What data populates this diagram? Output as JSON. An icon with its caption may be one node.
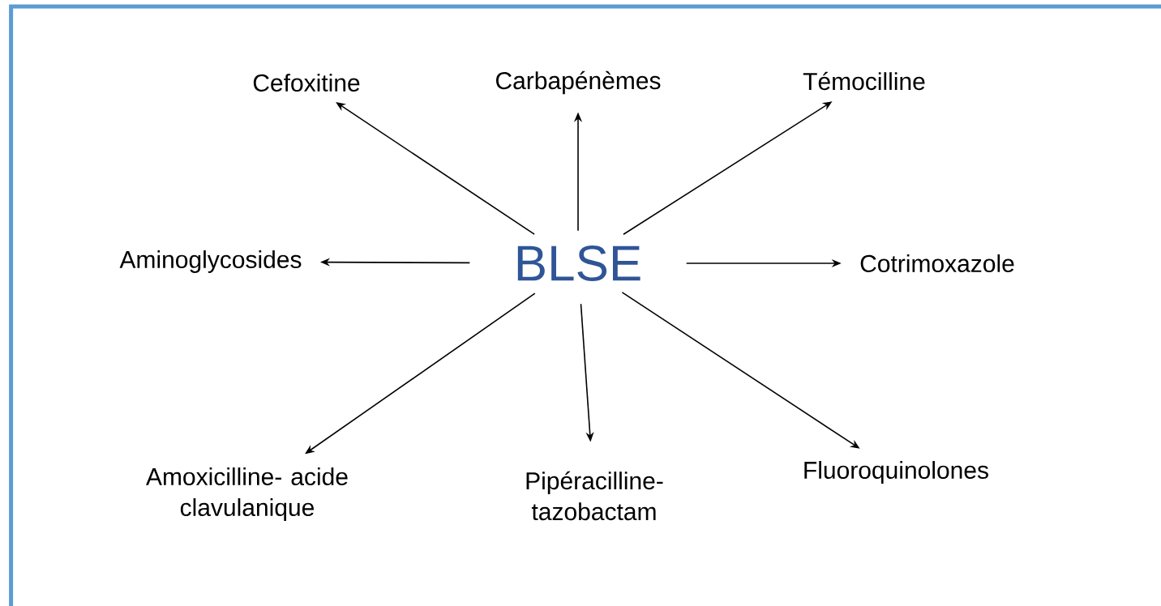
{
  "diagram": {
    "nodes": [
      {
        "text": [
          "BLSE"
        ]
      },
      {
        "text": [
          "Cefoxitine"
        ]
      },
      {
        "text": [
          "Carbapénèmes"
        ]
      },
      {
        "text": [
          "Témocilline"
        ]
      },
      {
        "text": [
          "Aminoglycosides"
        ]
      },
      {
        "text": [
          "Cotrimoxazole"
        ]
      },
      {
        "text": [
          "Amoxicilline- acide clavulanique"
        ]
      },
      {
        "text": [
          "Pipéracilline- tazobactam"
        ]
      },
      {
        "text": [
          "Fluoroquinolones"
        ]
      }
    ],
    "edges": [
      {
        "from": 0,
        "to": 1,
        "arrow": "to"
      },
      {
        "from": 0,
        "to": 2,
        "arrow": "to"
      },
      {
        "from": 0,
        "to": 3,
        "arrow": "to"
      },
      {
        "from": 0,
        "to": 4,
        "arrow": "to"
      },
      {
        "from": 0,
        "to": 5,
        "arrow": "to"
      },
      {
        "from": 0,
        "to": 6,
        "arrow": "to"
      },
      {
        "from": 0,
        "to": 7,
        "arrow": "to"
      },
      {
        "from": 0,
        "to": 8,
        "arrow": "to"
      }
    ]
  }
}
